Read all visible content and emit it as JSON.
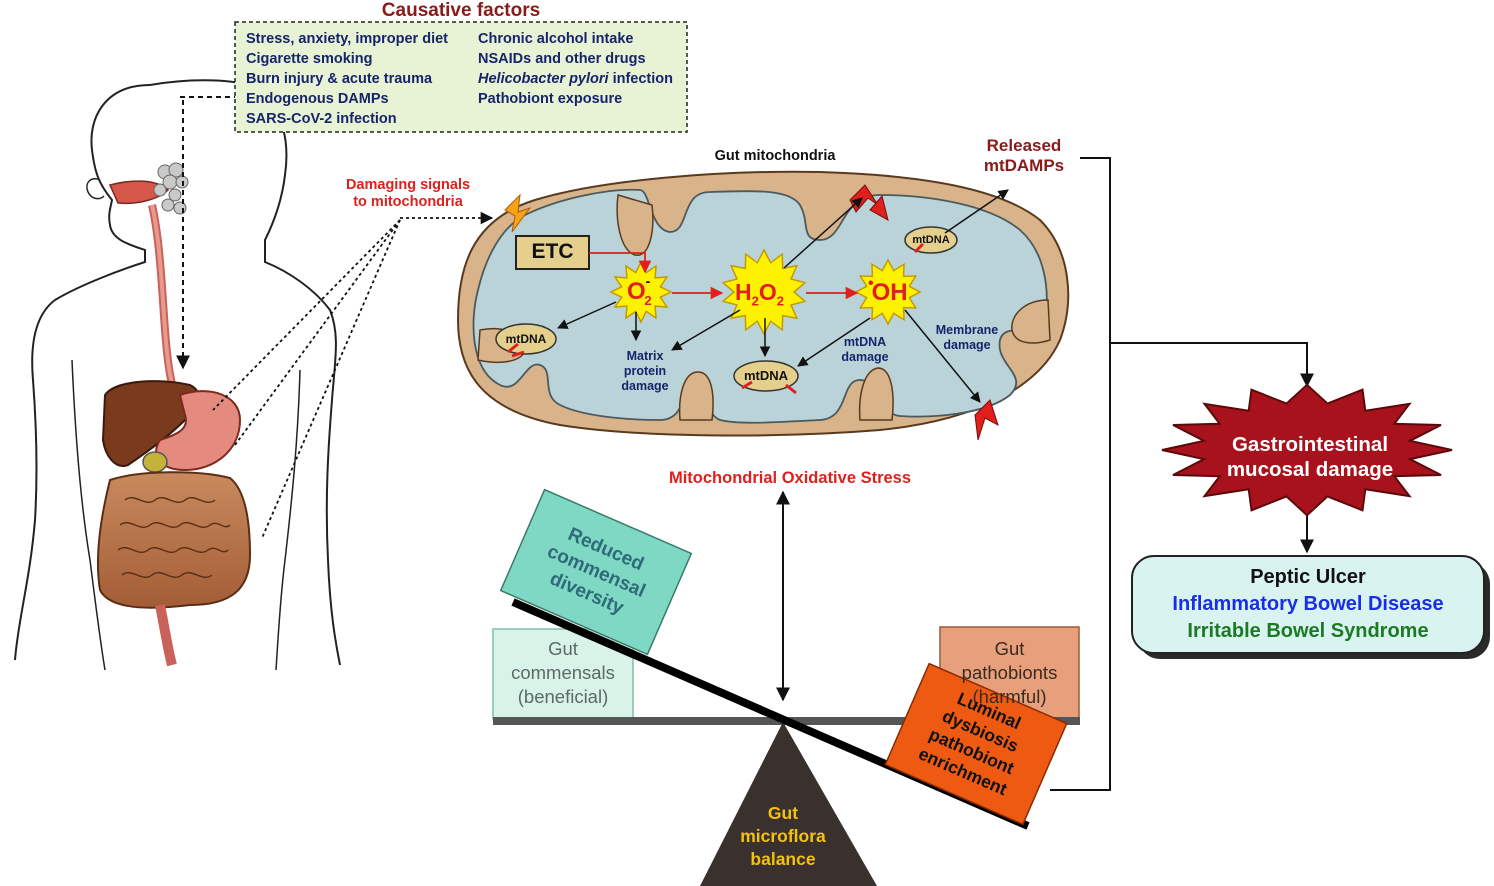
{
  "causative": {
    "title": "Causative factors",
    "left": [
      "Stress, anxiety, improper diet",
      "Cigarette smoking",
      "Burn injury & acute trauma",
      "Endogenous DAMPs",
      "SARS-CoV-2 infection"
    ],
    "right": [
      "Chronic alcohol intake",
      "NSAIDs and other drugs",
      "infection",
      "Pathobiont exposure"
    ],
    "right_italic_prefix": "Helicobacter pylori"
  },
  "mito": {
    "title": "Gut mitochondria",
    "damaging_signals": "Damaging signals\nto mitochondria",
    "etc": "ETC",
    "o2": {
      "base": "O",
      "sup": "-",
      "sub": "2"
    },
    "h2o2": {
      "a": "H",
      "b": "2",
      "c": "O",
      "d": "2"
    },
    "oh": {
      "dot": "•",
      "text": "OH"
    },
    "mtdna": "mtDNA",
    "matrix_damage": "Matrix\nprotein\ndamage",
    "mtdna_damage": "mtDNA\ndamage",
    "membrane_damage": "Membrane\ndamage",
    "released": "Released\nmtDAMPs",
    "oxidative_stress": "Mitochondrial Oxidative Stress"
  },
  "balance": {
    "reduced": "Reduced\ncommensal\ndiversity",
    "commensals": "Gut\ncommensals\n(beneficial)",
    "pathobionts": "Gut\npathobionts\n(harmful)",
    "luminal": "Luminal\ndysbiosis\npathobiont\nenrichment",
    "fulcrum": "Gut\nmicroflora\nbalance"
  },
  "outcome": {
    "damage": "Gastrointestinal\nmucosal damage",
    "diseases": [
      {
        "name": "Peptic Ulcer",
        "color": "#111111"
      },
      {
        "name": "Inflammatory Bowel Disease",
        "color": "#1a2ee6"
      },
      {
        "name": "Irritable Bowel Syndrome",
        "color": "#1b7a23"
      }
    ]
  }
}
